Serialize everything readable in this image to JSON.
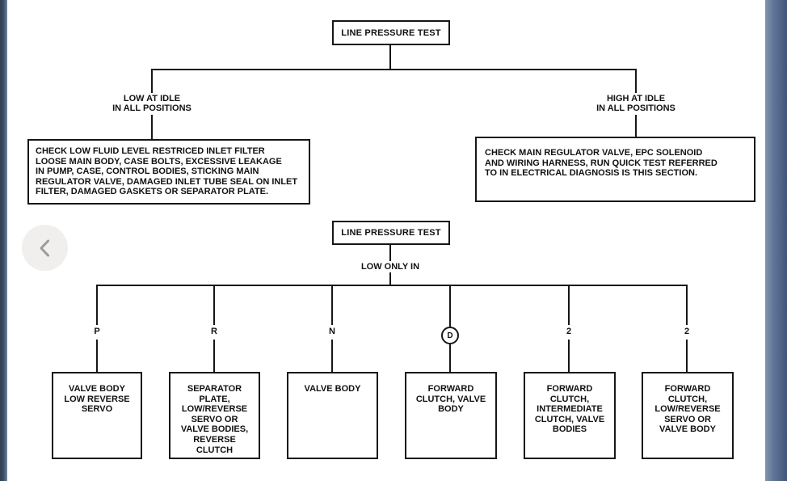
{
  "colors": {
    "line": "#161616",
    "left_edge_bar": "#3d5268",
    "right_edge_bar": "#5f7496",
    "nav_button_bg": "#f0efee",
    "chevron_gray": "#9b9b9b"
  },
  "viewer": {
    "previous_button": "chevron-left"
  },
  "flowchart": {
    "upper": {
      "root": "LINE PRESSURE TEST",
      "left_branch": "LOW AT IDLE\nIN ALL POSITIONS",
      "right_branch": "HIGH AT IDLE\nIN ALL POSITIONS",
      "left_action": "CHECK LOW FLUID LEVEL RESTRICED INLET FILTER\nLOOSE MAIN BODY, CASE BOLTS, EXCESSIVE LEAKAGE\nIN PUMP, CASE, CONTROL BODIES, STICKING MAIN\nREGULATOR VALVE, DAMAGED INLET TUBE SEAL ON INLET\nFILTER, DAMAGED GASKETS OR SEPARATOR PLATE.",
      "right_action": "CHECK MAIN REGULATOR VALVE, EPC SOLENOID\nAND WIRING HARNESS, RUN QUICK TEST REFERRED\nTO IN ELECTRICAL DIAGNOSIS IS THIS SECTION."
    },
    "lower": {
      "root": "LINE PRESSURE TEST",
      "condition": "LOW ONLY IN",
      "columns": [
        {
          "gear": "P",
          "circled": false,
          "result": "VALVE BODY\nLOW REVERSE\nSERVO"
        },
        {
          "gear": "R",
          "circled": false,
          "result": "SEPARATOR\nPLATE,\nLOW/REVERSE\nSERVO OR\nVALVE BODIES,\nREVERSE\nCLUTCH"
        },
        {
          "gear": "N",
          "circled": false,
          "result": "VALVE BODY"
        },
        {
          "gear": "D",
          "circled": true,
          "result": "FORWARD\nCLUTCH, VALVE\nBODY"
        },
        {
          "gear": "2",
          "circled": false,
          "result": "FORWARD\nCLUTCH,\nINTERMEDIATE\nCLUTCH, VALVE\nBODIES"
        },
        {
          "gear": "2",
          "circled": false,
          "result": "FORWARD\nCLUTCH,\nLOW/REVERSE\nSERVO OR\nVALVE BODY"
        }
      ]
    }
  }
}
